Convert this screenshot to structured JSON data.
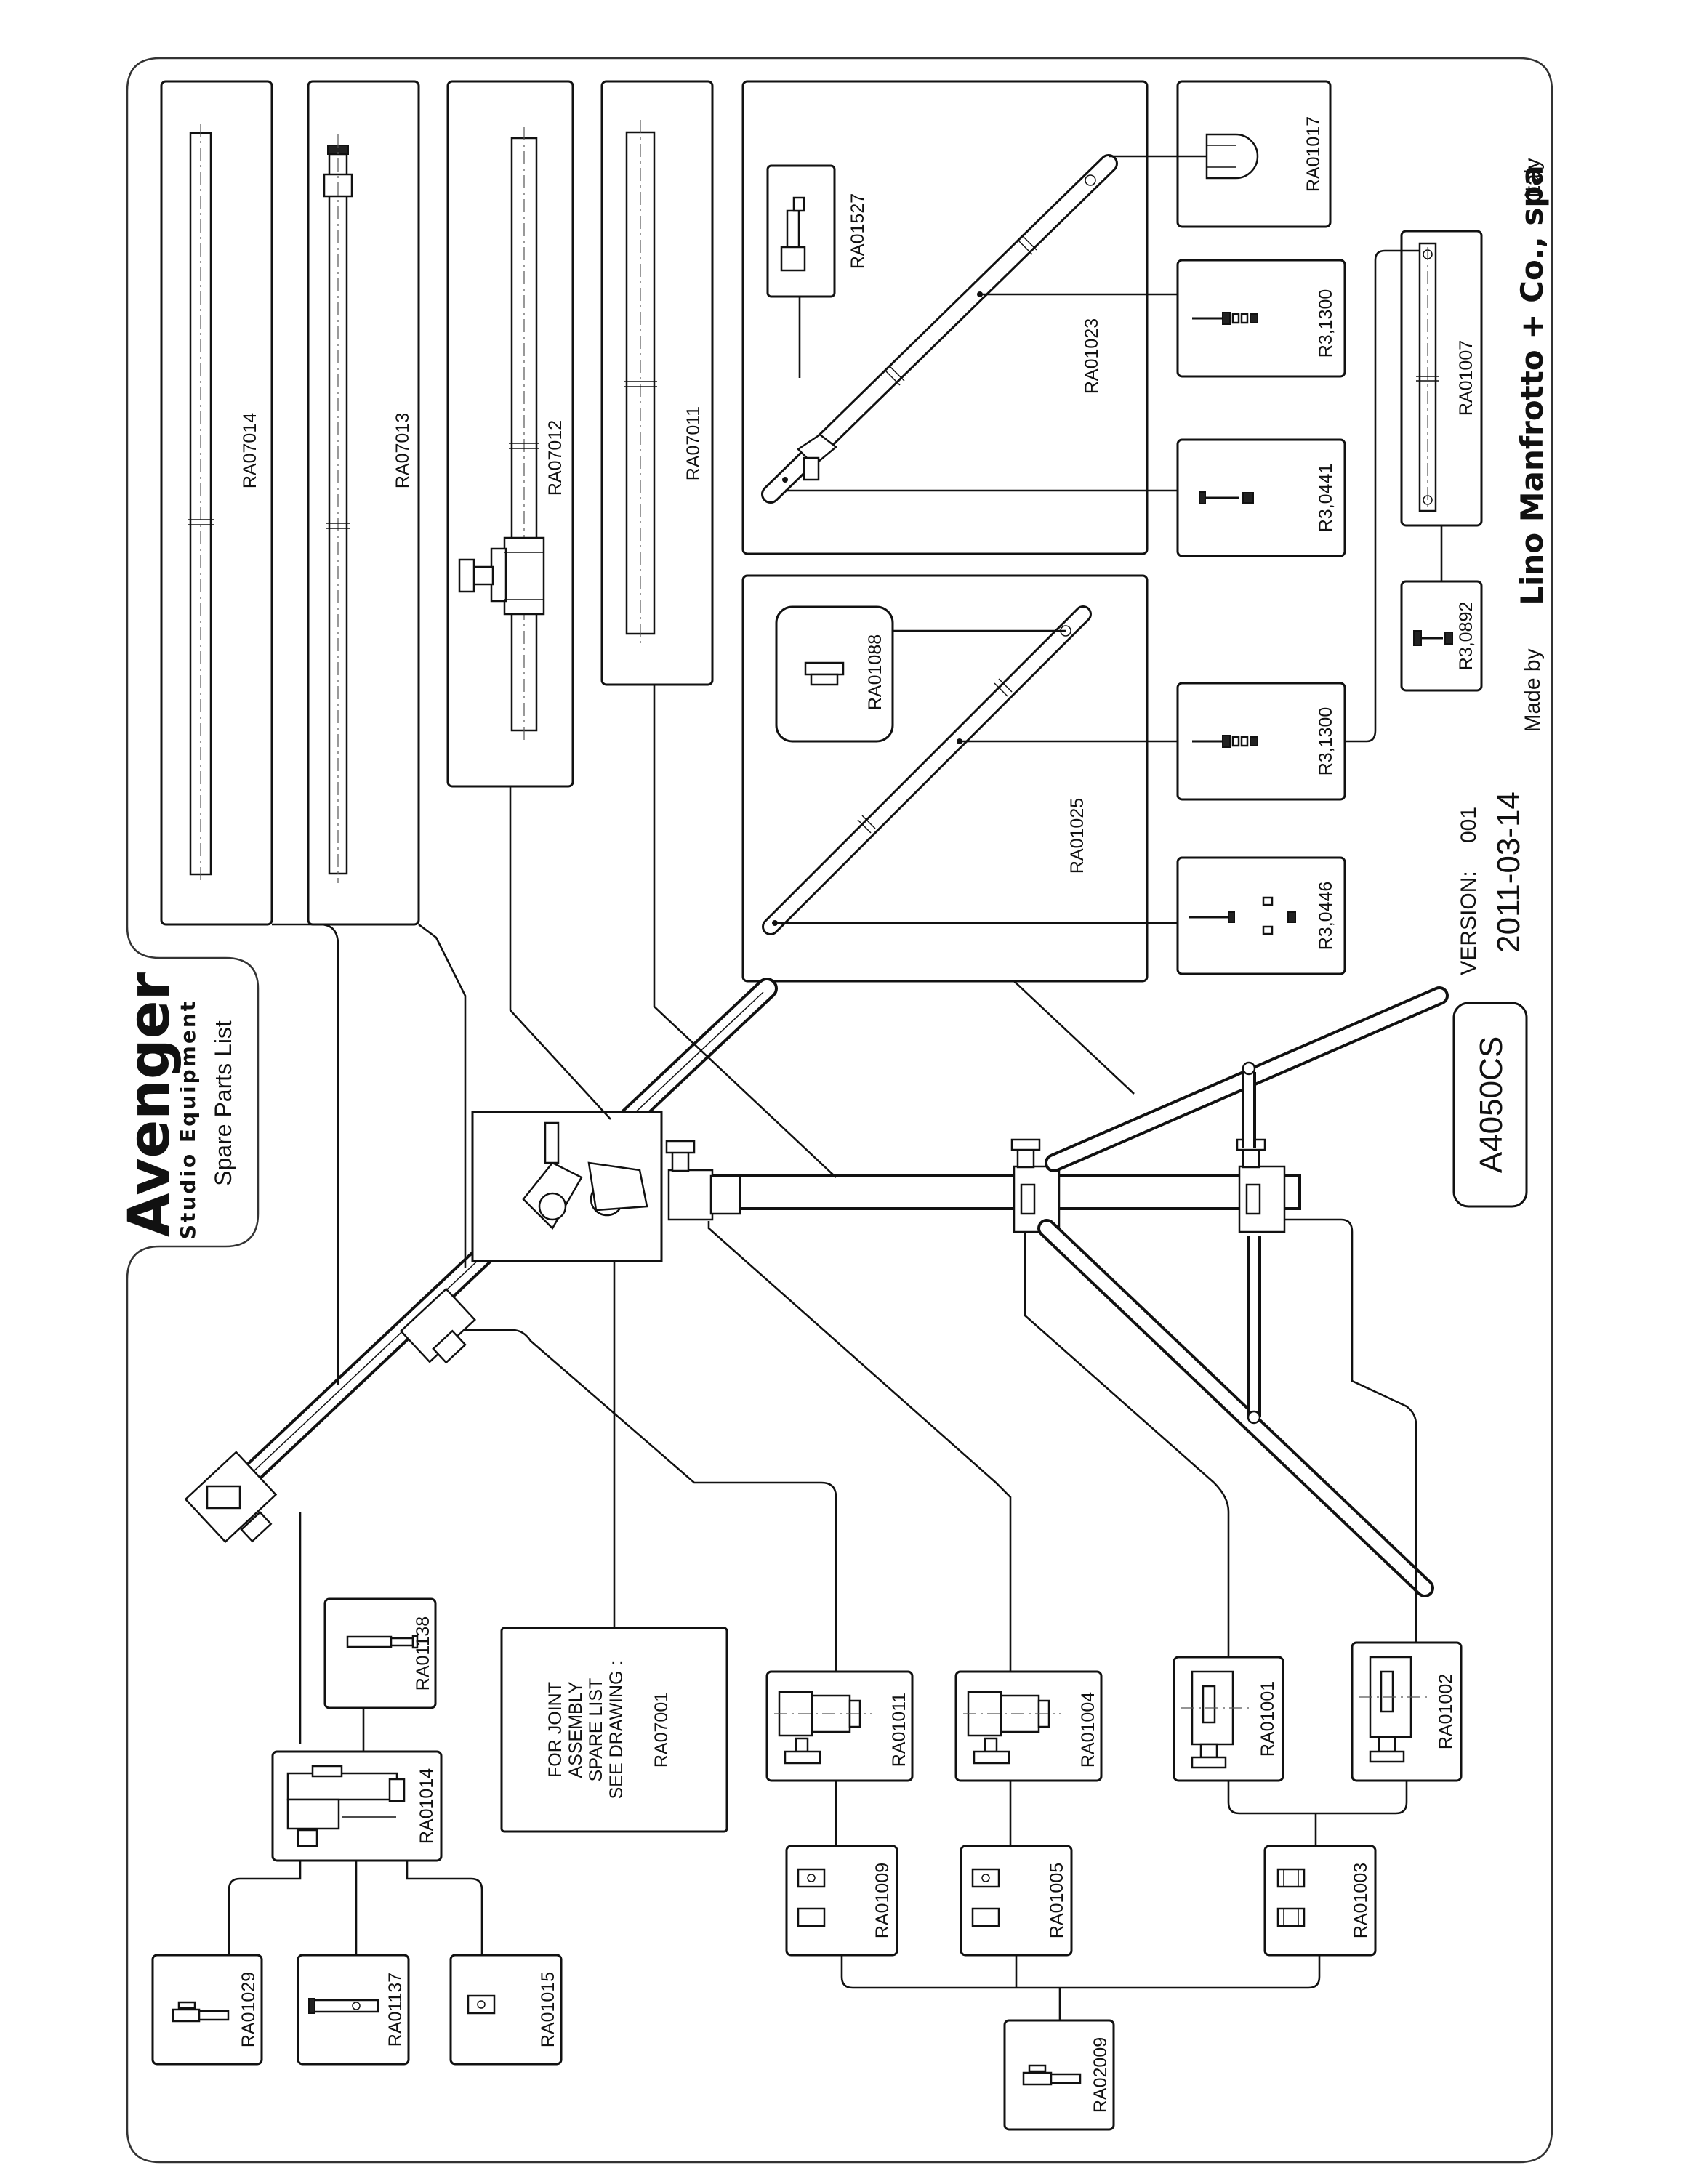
{
  "brand": {
    "name": "Avenger",
    "subname": "Studio Equipment",
    "doc_title": "Spare Parts List"
  },
  "model": "A4050CS",
  "version_label": "VERSION:",
  "version_number": "001",
  "date": "2011-03-14",
  "made_by_label": "Made by",
  "manufacturer": "Lino Manfrotto + Co., spa",
  "country": "Italy",
  "note": {
    "lines": [
      "FOR JOINT",
      "ASSEMBLY",
      "SPARE LIST",
      "SEE DRAWING :",
      "RA07001"
    ]
  },
  "parts": {
    "RA07014": "RA07014",
    "RA07013": "RA07013",
    "RA07012": "RA07012",
    "RA07011": "RA07011",
    "RA01527": "RA01527",
    "RA01023": "RA01023",
    "RA01017": "RA01017",
    "R3_1300_top": "R3,1300",
    "R3_0441": "R3,0441",
    "RA01007": "RA01007",
    "R3_0892": "R3,0892",
    "RA01088": "RA01088",
    "RA01025": "RA01025",
    "R3_1300_bottom": "R3,1300",
    "R3_0446": "R3,0446",
    "RA01138": "RA01138",
    "RA01014": "RA01014",
    "RA01029": "RA01029",
    "RA01137": "RA01137",
    "RA01015": "RA01015",
    "RA01011": "RA01011",
    "RA01009": "RA01009",
    "RA01004": "RA01004",
    "RA01005": "RA01005",
    "RA01001": "RA01001",
    "RA01002": "RA01002",
    "RA01003": "RA01003",
    "RA02009": "RA02009"
  }
}
